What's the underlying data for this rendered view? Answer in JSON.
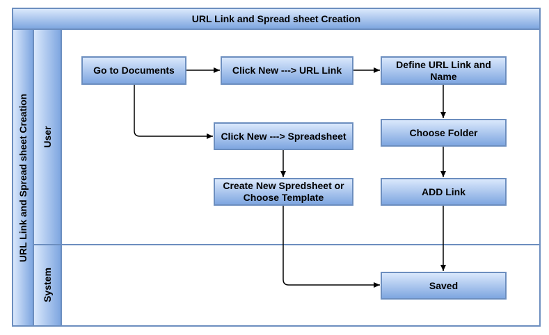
{
  "pool": {
    "title": "URL Link and Spread sheet Creation",
    "side_label": "URL Link and Spread sheet Creation"
  },
  "lanes": [
    {
      "label": "User"
    },
    {
      "label": "System"
    }
  ],
  "nodes": {
    "go_to_documents": "Go to Documents",
    "click_new_url_link": "Click New --->  URL Link",
    "define_url_link": "Define URL Link and Name",
    "click_new_spreadsheet": "Click New --->  Spreadsheet",
    "choose_folder": "Choose Folder",
    "create_new_spreadsheet": "Create New Spredsheet or Choose Template",
    "add_link": "ADD Link",
    "saved": "Saved"
  },
  "colors": {
    "node_fill_top": "#dae8fc",
    "node_fill_bottom": "#7ea6e0",
    "stroke": "#6c8ebf",
    "edge": "#000000"
  }
}
